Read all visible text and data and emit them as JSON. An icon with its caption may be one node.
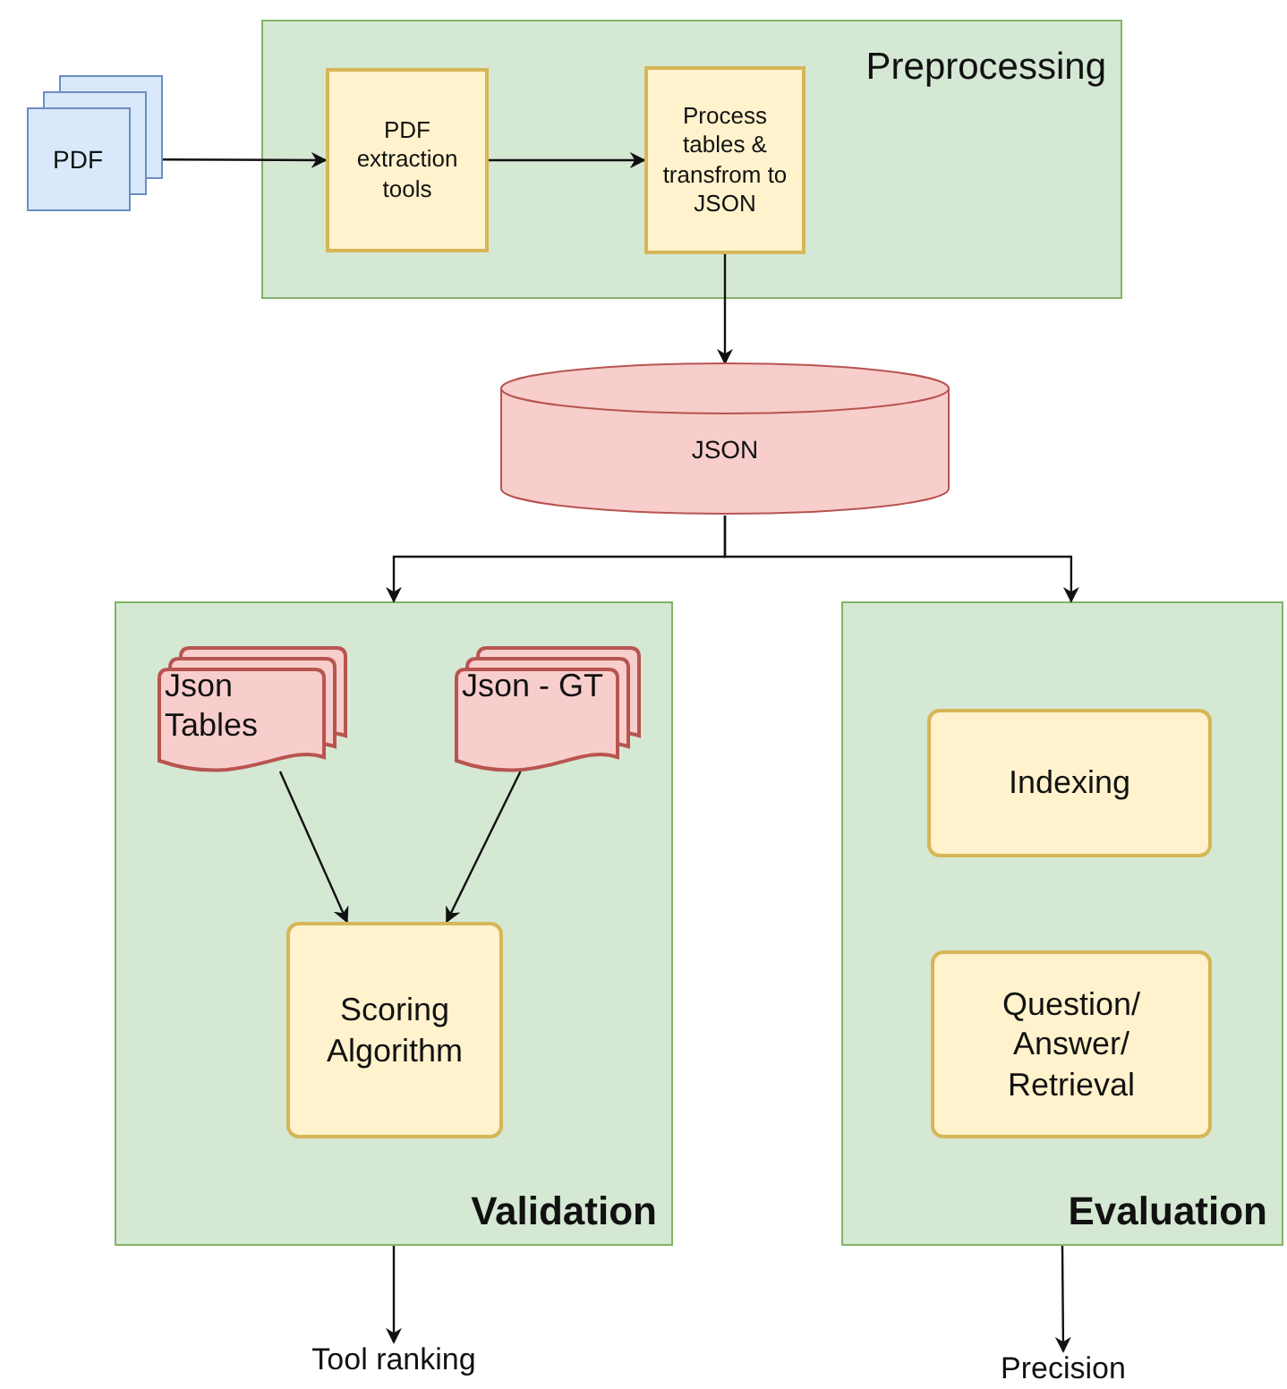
{
  "diagram": {
    "nodes": [
      {
        "text": [
          "Preprocessing"
        ]
      },
      {
        "text": [
          "PDF"
        ]
      },
      {
        "text": [
          "PDF extraction tools"
        ],
        "in": 0
      },
      {
        "text": [
          "Process tables & transfrom to JSON"
        ],
        "in": 0
      },
      {
        "text": [
          "JSON"
        ]
      },
      {
        "text": [
          "Validation"
        ]
      },
      {
        "text": [
          "Json Tables"
        ],
        "in": 5
      },
      {
        "text": [
          "Json - GT"
        ],
        "in": 5
      },
      {
        "text": [
          "Scoring Algorithm"
        ],
        "in": 5
      },
      {
        "text": [
          "Evaluation"
        ]
      },
      {
        "text": [
          "Indexing"
        ],
        "in": 9
      },
      {
        "text": [
          "Question/ Answer/ Retrieval"
        ],
        "in": 9
      },
      {
        "text": [
          "Tool ranking"
        ]
      },
      {
        "text": [
          "Precision"
        ]
      }
    ],
    "edges": [
      {
        "from": 1,
        "to": 2,
        "arrow": "to"
      },
      {
        "from": 2,
        "to": 3,
        "arrow": "to"
      },
      {
        "from": 3,
        "to": 4,
        "arrow": "to"
      },
      {
        "from": 4,
        "to": 5,
        "arrow": "to"
      },
      {
        "from": 4,
        "to": 9,
        "arrow": "to"
      },
      {
        "from": 6,
        "to": 8,
        "arrow": "to"
      },
      {
        "from": 7,
        "to": 8,
        "arrow": "to"
      },
      {
        "from": 5,
        "to": 12,
        "arrow": "to"
      },
      {
        "from": 9,
        "to": 13,
        "arrow": "to"
      }
    ]
  }
}
